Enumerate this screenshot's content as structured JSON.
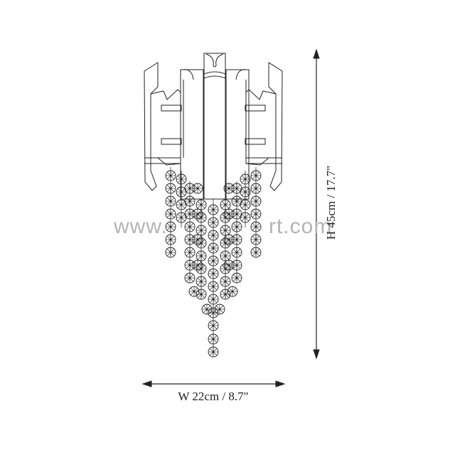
{
  "dimensions": {
    "height_label": "H 45cm / 17.7\"",
    "width_label": "W 22cm / 8.7\""
  },
  "watermark": {
    "visible_left": "www.",
    "visible_right": "rt.com"
  },
  "figure": {
    "subject": "crystal wall sconce line drawing",
    "line_color": "#222222",
    "background": "#ffffff"
  }
}
